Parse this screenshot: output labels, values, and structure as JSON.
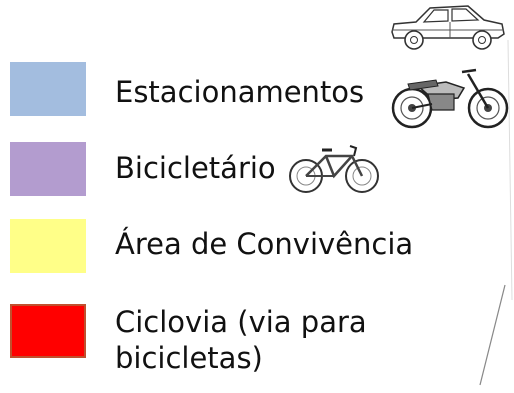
{
  "legend": {
    "items": [
      {
        "id": "parking",
        "label": "Estacionamentos",
        "color": "#a3bddf",
        "icon": "motorcycle-icon"
      },
      {
        "id": "bike-rack",
        "label": "Bicicletário",
        "color": "#b39ccf",
        "icon": "bicycle-icon"
      },
      {
        "id": "common-area",
        "label": "Área de Convivência",
        "color": "#ffff88",
        "icon": ""
      },
      {
        "id": "bike-lane",
        "label_line1": "Ciclovia (via para",
        "label_line2": "bicicletas)",
        "color": "#ff0000",
        "border_color": "#c0502e",
        "icon": ""
      }
    ],
    "top_icon": "car-icon"
  }
}
